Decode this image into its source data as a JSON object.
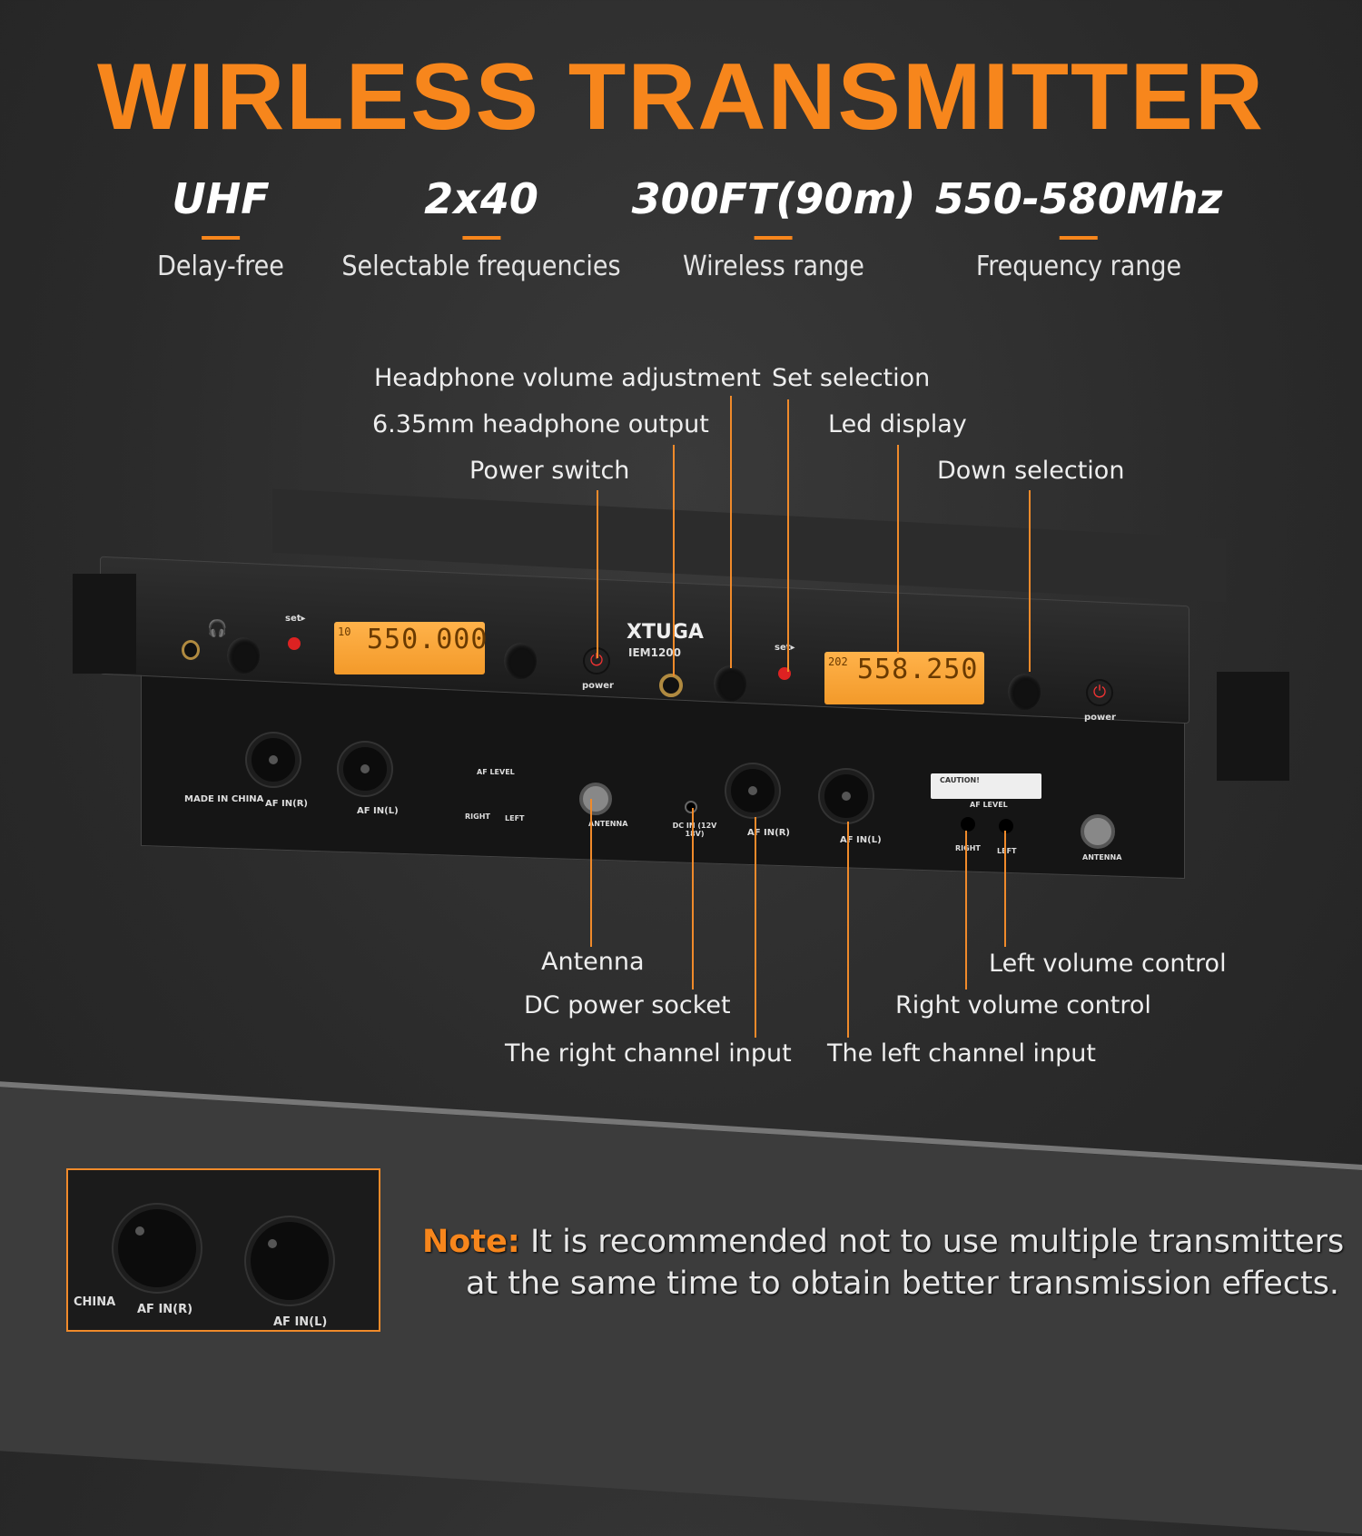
{
  "title": "WIRLESS TRANSMITTER",
  "specs": [
    {
      "value": "UHF",
      "label": "Delay-free"
    },
    {
      "value": "2x40",
      "label": "Selectable frequencies"
    },
    {
      "value": "300FT(90m)",
      "label": "Wireless range"
    },
    {
      "value": "550-580Mhz",
      "label": "Frequency range"
    }
  ],
  "callouts_top": [
    "Headphone volume adjustment",
    "Set selection",
    "6.35mm headphone output",
    "Led display",
    "Power switch",
    "Down selection"
  ],
  "callouts_bottom": [
    "Antenna",
    "DC power socket",
    "The right channel input",
    "Left volume control",
    "Right volume control",
    "The left channel input"
  ],
  "device": {
    "brand": "XTUGA",
    "model": "IEM1200",
    "set": "set▸",
    "power": "power",
    "display1": {
      "channel": "10",
      "freq": "550.000"
    },
    "display2": {
      "channel": "202",
      "freq": "558.250"
    },
    "made_in": "MADE IN CHINA",
    "af_in_r": "AF IN(R)",
    "af_in_l": "AF IN(L)",
    "af_level": "AF LEVEL",
    "right": "RIGHT",
    "left": "LEFT",
    "antenna": "ANTENNA",
    "dc_in": "DC IN (12V 18V)",
    "caution": "CAUTION!"
  },
  "inset": {
    "china": "CHINA",
    "af_in_r": "AF IN(R)",
    "af_in_l": "AF IN(L)"
  },
  "note": {
    "label": "Note:",
    "line1": "It is recommended not to use multiple transmitters",
    "line2": "at the same time to obtain better transmission effects."
  },
  "colors": {
    "accent": "#f7861c",
    "background": "#2b2b2b",
    "lcd": "#f8a63a",
    "power_icon": "#e33333"
  }
}
